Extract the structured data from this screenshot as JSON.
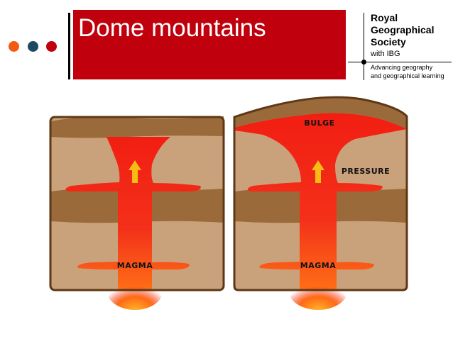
{
  "slide": {
    "title": "Dome mountains"
  },
  "dots": [
    {
      "name": "orange-dot",
      "color": "#f25a12"
    },
    {
      "name": "navy-dot",
      "color": "#1d4a63"
    },
    {
      "name": "red-dot",
      "color": "#c0000c"
    }
  ],
  "logo": {
    "name_lines": [
      "Royal",
      "Geographical",
      "Society"
    ],
    "with_prefix": "with",
    "with_suffix": "IBG",
    "tagline_lines": [
      "Advancing geography",
      "and geographical learning"
    ]
  },
  "diagram": {
    "left_panel": {
      "labels": {
        "magma": "MAGMA"
      }
    },
    "right_panel": {
      "labels": {
        "bulge": "BULGE",
        "pressure": "PRESSURE",
        "magma": "MAGMA"
      }
    },
    "colors": {
      "dark_rock": "#9b6a3a",
      "light_rock": "#c9a27b",
      "outline": "#5e3815",
      "magma": "#f21e12",
      "magma_glow": "#ff8a1a",
      "arrow": "#f6bc15"
    }
  }
}
